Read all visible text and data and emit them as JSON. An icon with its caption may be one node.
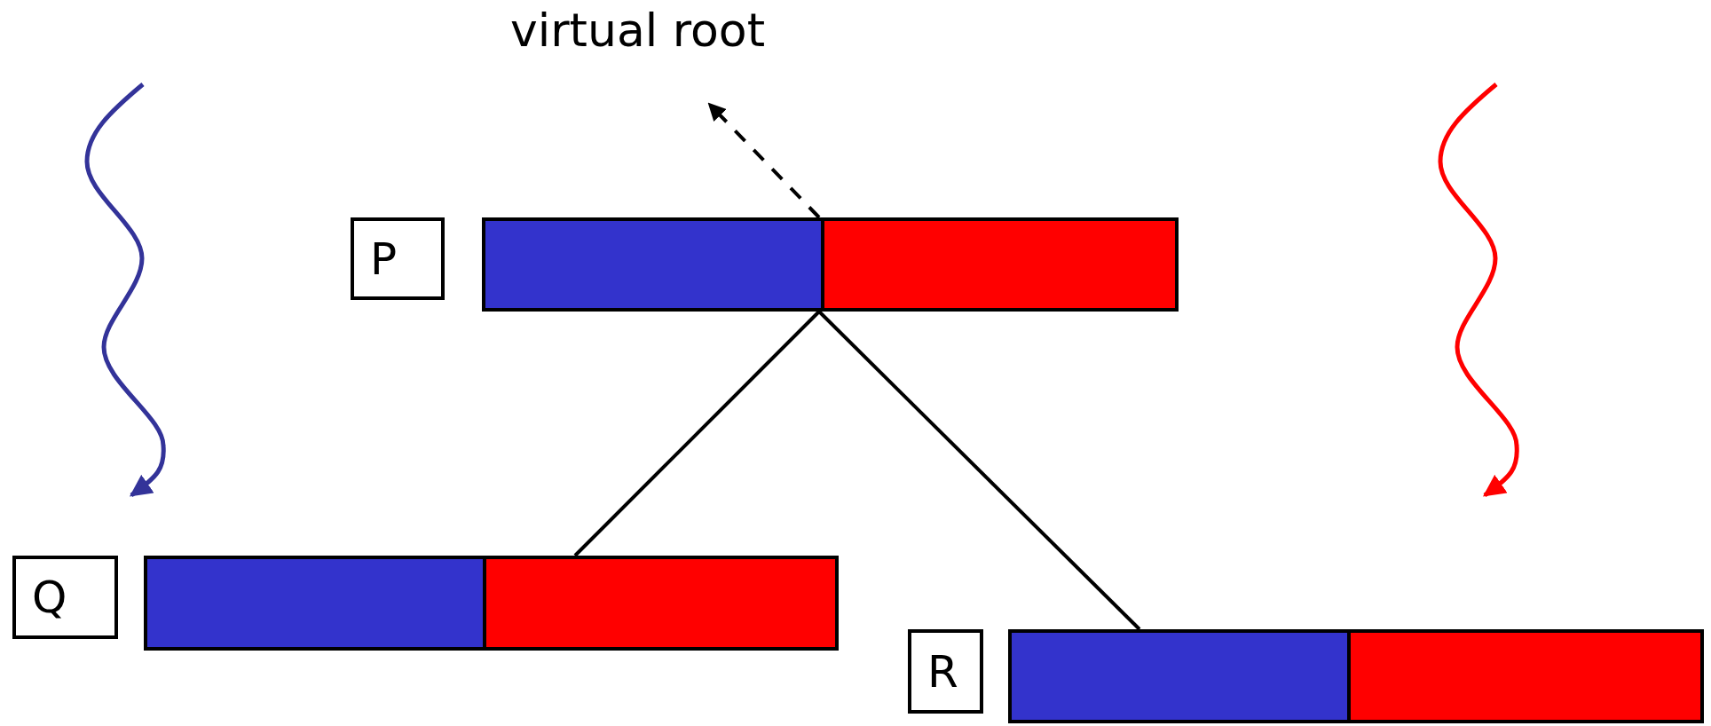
{
  "diagram": {
    "nodes": [
      {
        "text": [
          "virtual root"
        ]
      },
      {
        "text": [
          "P"
        ]
      },
      {
        "text": [],
        "shape": "bar"
      },
      {
        "text": [
          "Q"
        ]
      },
      {
        "text": [],
        "shape": "bar"
      },
      {
        "text": [
          "R"
        ]
      },
      {
        "text": [],
        "shape": "bar"
      }
    ],
    "edges": [
      {
        "from": 2,
        "to": 0,
        "arrow": "to",
        "style": "dashed"
      },
      {
        "from": 2,
        "to": 4,
        "arrow": "none"
      },
      {
        "from": 2,
        "to": 6,
        "arrow": "none"
      }
    ]
  }
}
